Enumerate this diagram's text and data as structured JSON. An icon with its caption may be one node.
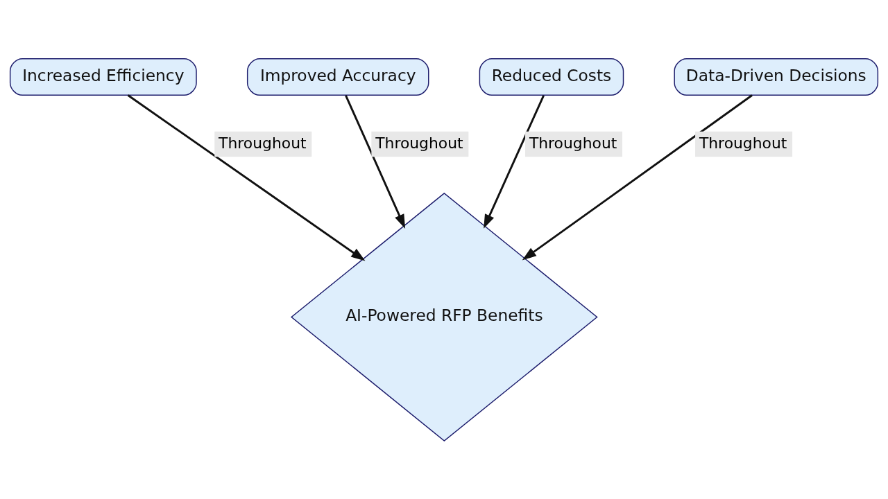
{
  "diagram": {
    "nodes": [
      {
        "text": [
          "Increased Efficiency"
        ]
      },
      {
        "text": [
          "Improved Accuracy"
        ]
      },
      {
        "text": [
          "Reduced Costs"
        ]
      },
      {
        "text": [
          "Data-Driven Decisions"
        ]
      },
      {
        "text": [
          "AI-Powered RFP Benefits"
        ]
      }
    ],
    "edges": [
      {
        "from": 0,
        "to": 4,
        "arrow": "to",
        "label": "Throughout"
      },
      {
        "from": 1,
        "to": 4,
        "arrow": "to",
        "label": "Throughout"
      },
      {
        "from": 2,
        "to": 4,
        "arrow": "to",
        "label": "Throughout"
      },
      {
        "from": 3,
        "to": 4,
        "arrow": "to",
        "label": "Throughout"
      }
    ]
  }
}
